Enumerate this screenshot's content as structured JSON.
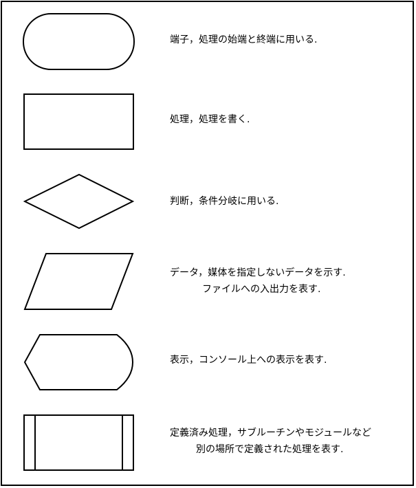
{
  "legend": [
    {
      "shape": "terminal",
      "line1": "端子，処理の始端と終端に用いる.",
      "line2": ""
    },
    {
      "shape": "process",
      "line1": "処理，処理を書く.",
      "line2": ""
    },
    {
      "shape": "decision",
      "line1": "判断，条件分岐に用いる.",
      "line2": ""
    },
    {
      "shape": "data",
      "line1": "データ，媒体を指定しないデータを示す.",
      "line2": "ファイルへの入出力を表す."
    },
    {
      "shape": "display",
      "line1": "表示，コンソール上への表示を表す.",
      "line2": ""
    },
    {
      "shape": "predefined-process",
      "line1": "定義済み処理，サブルーチンやモジュールなど",
      "line2": "別の場所で定義された処理を表す."
    }
  ],
  "colors": {
    "stroke": "#000000",
    "background": "#ffffff"
  }
}
